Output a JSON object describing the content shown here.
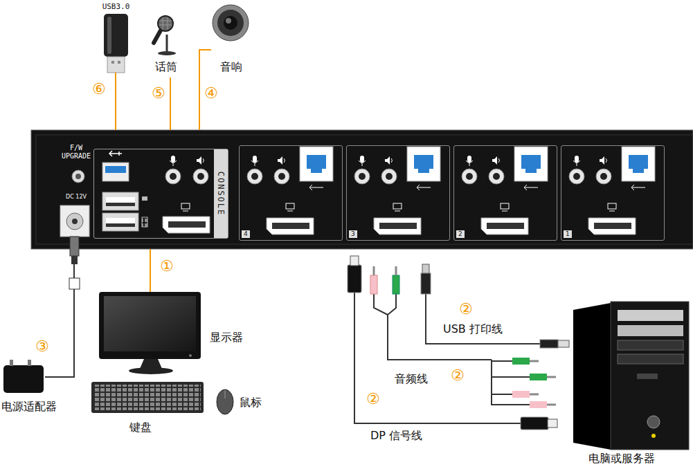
{
  "diagram": {
    "nodes": [
      {
        "text": [
          "F/W UPGRADE",
          "DC 12V"
        ]
      },
      {
        "text": [
          "CONSOLE"
        ],
        "in": 0
      },
      {
        "text": [
          "4"
        ],
        "in": 0
      },
      {
        "text": [
          "3"
        ],
        "in": 0
      },
      {
        "text": [
          "2"
        ],
        "in": 0
      },
      {
        "text": [
          "1"
        ],
        "in": 0
      },
      {
        "text": [
          "USB3.0"
        ]
      },
      {
        "text": [
          "话筒"
        ]
      },
      {
        "text": [
          "音响"
        ]
      },
      {
        "text": [
          "显示器"
        ]
      },
      {
        "text": [
          "键盘"
        ]
      },
      {
        "text": [
          "鼠标"
        ]
      },
      {
        "text": [
          "电源适配器"
        ]
      },
      {
        "text": [
          "电脑或服务器"
        ]
      }
    ],
    "edges": [
      {
        "from": 6,
        "to": 0,
        "arrow": "none",
        "label": "⑥"
      },
      {
        "from": 7,
        "to": 0,
        "arrow": "none",
        "label": "⑤"
      },
      {
        "from": 8,
        "to": 0,
        "arrow": "none",
        "label": "④"
      },
      {
        "from": 0,
        "to": 9,
        "arrow": "none",
        "label": "①"
      },
      {
        "from": 12,
        "to": 0,
        "arrow": "none",
        "label": "③"
      }
    ],
    "labels": [
      "②",
      "USB 打印线",
      "②",
      "音频线",
      "②",
      "DP 信号线"
    ]
  }
}
